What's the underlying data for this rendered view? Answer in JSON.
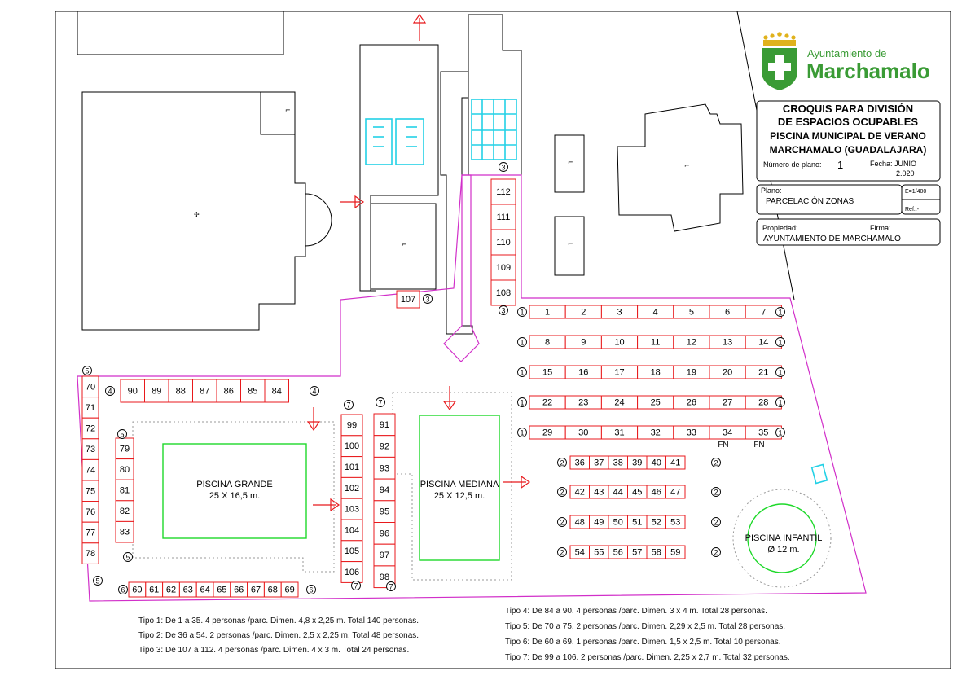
{
  "logo": {
    "line1": "Ayuntamiento de",
    "line2": "Marchamalo",
    "colors": {
      "green": "#3a9b35",
      "gold": "#e0b21c",
      "red": "#c9302c"
    }
  },
  "title_block": {
    "title_lines": [
      "CROQUIS PARA DIVISIÓN",
      "DE ESPACIOS OCUPABLES",
      "PISCINA MUNICIPAL DE VERANO",
      "MARCHAMALO (GUADALAJARA)"
    ],
    "plan_number_label": "Número de plano:",
    "plan_number": "1",
    "date_label": "Fecha:",
    "date_month": "JUNIO",
    "date_year": "2.020",
    "plano_label": "Plano:",
    "plano_value": "PARCELACIÓN ZONAS",
    "scale": "E=1/400",
    "ref": "Ref.:-",
    "owner_label": "Propiedad:",
    "owner_value": "AYUNTAMIENTO DE MARCHAMALO",
    "signature_label": "Firma:"
  },
  "pools": {
    "grande_name": "PISCINA GRANDE",
    "grande_dims": "25 X 16,5 m.",
    "mediana_name": "PISCINA MEDIANA",
    "mediana_dims": "25 X 12,5 m.",
    "infantil_name": "PISCINA INFANTIL",
    "infantil_dims": "Ø 12 m."
  },
  "fn_label": "FN",
  "legend_left": [
    "Tipo 1: De 1 a 35. 4 personas /parc. Dimen. 4,8 x 2,25 m. Total 140 personas.",
    "Tipo 2: De 36 a 54. 2 personas /parc. Dimen. 2,5 x 2,25 m. Total 48 personas.",
    "Tipo 3: De 107 a 112. 4 personas /parc. Dimen. 4 x 3 m. Total 24 personas."
  ],
  "legend_right": [
    "Tipo 4: De 84 a 90. 4 personas /parc. Dimen. 3 x 4 m. Total 28 personas.",
    "Tipo 5: De 70 a 75. 2 personas /parc. Dimen. 2,29 x 2,5 m. Total 28 personas.",
    "Tipo 6: De 60 a 69. 1 personas /parc. Dimen. 1,5 x 2,5 m. Total 10 personas.",
    "Tipo 7: De 99 a 106. 2 personas /parc. Dimen. 2,25 x 2,7 m. Total 32 personas."
  ],
  "plots": {
    "type1_rows": [
      [
        "1",
        "2",
        "3",
        "4",
        "5",
        "6",
        "7"
      ],
      [
        "8",
        "9",
        "10",
        "11",
        "12",
        "13",
        "14"
      ],
      [
        "15",
        "16",
        "17",
        "18",
        "19",
        "20",
        "21"
      ],
      [
        "22",
        "23",
        "24",
        "25",
        "26",
        "27",
        "28"
      ],
      [
        "29",
        "30",
        "31",
        "32",
        "33",
        "34",
        "35"
      ]
    ],
    "type2_rows": [
      [
        "36",
        "37",
        "38",
        "39",
        "40",
        "41"
      ],
      [
        "42",
        "43",
        "44",
        "45",
        "46",
        "47"
      ],
      [
        "48",
        "49",
        "50",
        "51",
        "52",
        "53"
      ],
      [
        "54",
        "55",
        "56",
        "57",
        "58",
        "59"
      ]
    ],
    "type3_column": [
      "112",
      "111",
      "110",
      "109",
      "108"
    ],
    "type3_single": "107",
    "type4_row": [
      "90",
      "89",
      "88",
      "87",
      "86",
      "85",
      "84"
    ],
    "type5_column": [
      "70",
      "71",
      "72",
      "73",
      "74",
      "75",
      "76",
      "77",
      "78"
    ],
    "type5_column_b": [
      "79",
      "80",
      "81",
      "82",
      "83"
    ],
    "type6_row": [
      "60",
      "61",
      "62",
      "63",
      "64",
      "65",
      "66",
      "67",
      "68",
      "69"
    ],
    "type7_column_a": [
      "99",
      "100",
      "101",
      "102",
      "103",
      "104",
      "105",
      "106"
    ],
    "type7_column_b": [
      "91",
      "92",
      "93",
      "94",
      "95",
      "96",
      "97",
      "98"
    ]
  },
  "badges": {
    "t1": "1",
    "t2": "2",
    "t3": "3",
    "t4": "4",
    "t5": "5",
    "t6": "6",
    "t7": "7"
  }
}
